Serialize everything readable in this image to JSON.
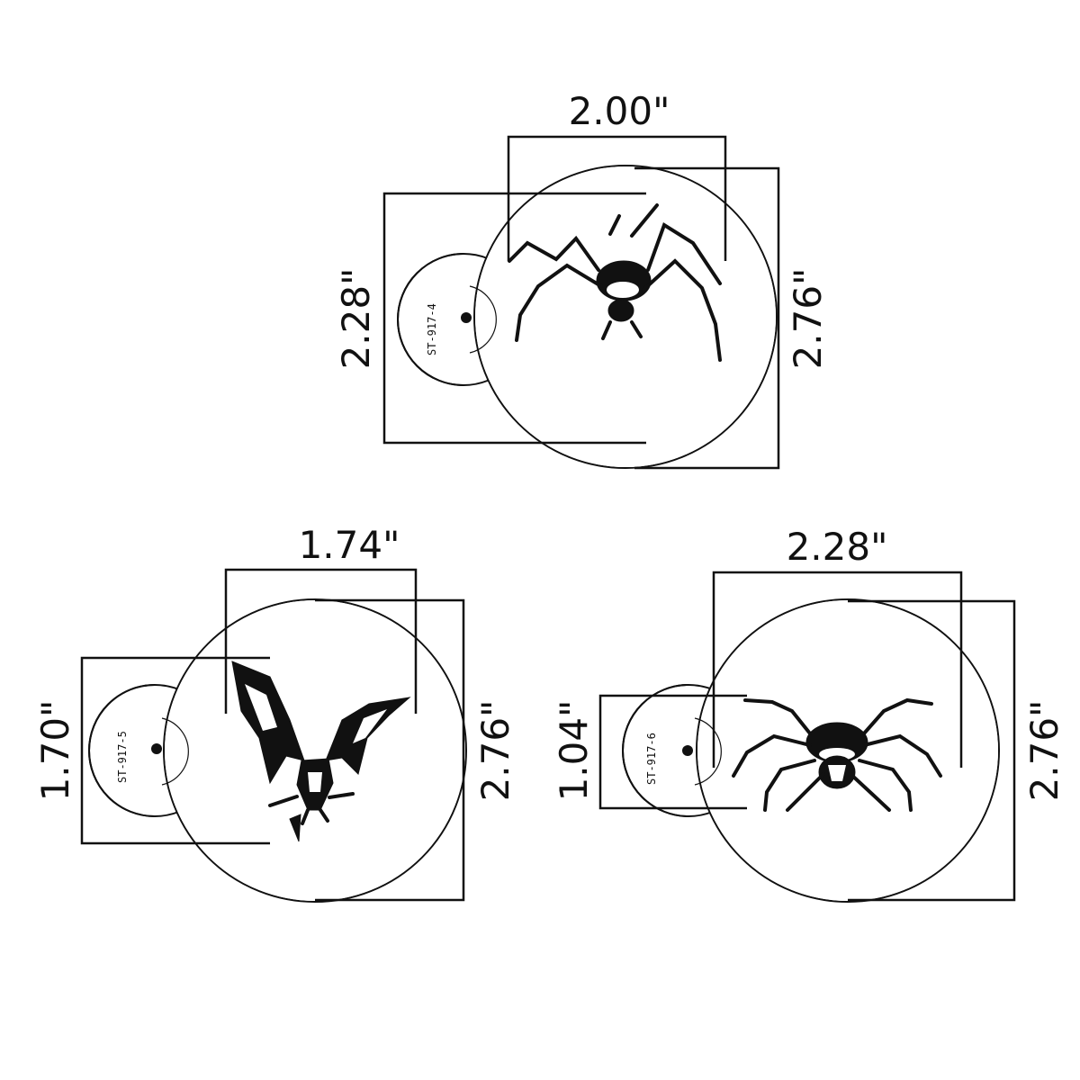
{
  "stencils": [
    {
      "id": "spider-hanging",
      "code": "ST-917-4",
      "width_label": "2.00\"",
      "height_label": "2.28\"",
      "outer_label": "2.76\""
    },
    {
      "id": "bat",
      "code": "ST-917-5",
      "width_label": "1.74\"",
      "height_label": "1.70\"",
      "outer_label": "2.76\""
    },
    {
      "id": "spider",
      "code": "ST-917-6",
      "width_label": "2.28\"",
      "height_label": "1.04\"",
      "outer_label": "2.76\""
    }
  ],
  "colors": {
    "ink": "#111111",
    "background": "#ffffff"
  }
}
